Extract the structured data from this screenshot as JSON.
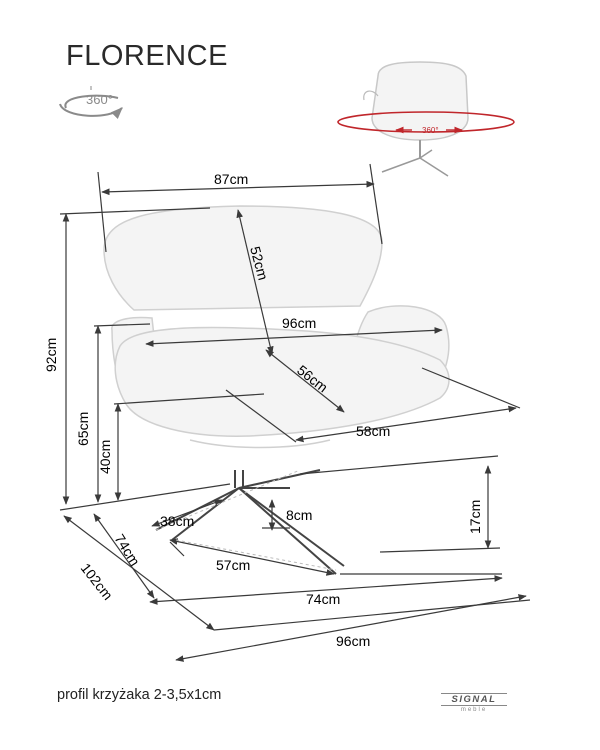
{
  "title": "FLORENCE",
  "rotation_label": "360°",
  "rotation_label_small": "360°",
  "footnote": "profil krzyżaka 2-3,5x1cm",
  "logo": {
    "brand": "SIGNAL",
    "sub": "meble"
  },
  "dimensions": {
    "backrest_width": "87cm",
    "backrest_height": "52cm",
    "armrest_width": "96cm",
    "seat_depth_diag": "56cm",
    "seat_width": "58cm",
    "total_height": "92cm",
    "armrest_height": "65cm",
    "seat_height": "40cm",
    "base_leg": "38cm",
    "base_clearance": "8cm",
    "side_height": "17cm",
    "base_diag": "74cm",
    "base_span": "57cm",
    "total_depth": "102cm",
    "base_width": "74cm",
    "total_width": "96cm"
  },
  "colors": {
    "line": "#3a3a3a",
    "chair_fill": "#f4f4f4",
    "accent_red": "#c0262b",
    "arrow_gray": "#8a8a8a"
  }
}
